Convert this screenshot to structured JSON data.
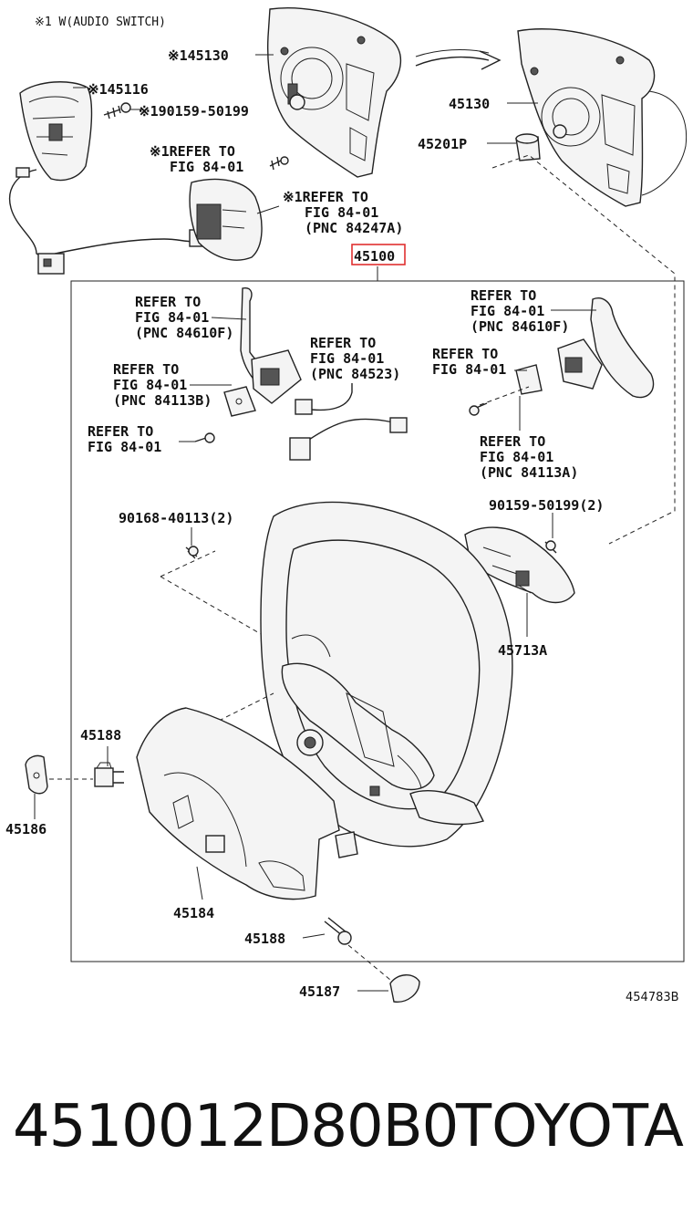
{
  "header_note": "※1 W(AUDIO SWITCH)",
  "labels": {
    "p45130_top": "※145130",
    "p45116": "※145116",
    "p90159_top": "※190159-50199",
    "refer_a1": "※1REFER TO",
    "refer_a2": "FIG 84-01",
    "refer_b1": "※1REFER TO",
    "refer_b2": "FIG 84-01",
    "refer_b3": "(PNC 84247A)",
    "p45130_right": "45130",
    "p45201p": "45201P",
    "p45100": "45100",
    "refer_c1": "REFER TO",
    "refer_c2": "FIG 84-01",
    "refer_c3": "(PNC 84610F)",
    "refer_d1": "REFER TO",
    "refer_d2": "FIG 84-01",
    "refer_d3": "(PNC 84523)",
    "refer_e1": "REFER TO",
    "refer_e2": "FIG 84-01",
    "refer_e3": "(PNC 84113B)",
    "refer_f1": "REFER TO",
    "refer_f2": "FIG 84-01",
    "refer_g1": "REFER TO",
    "refer_g2": "FIG 84-01",
    "refer_g3": "(PNC 84610F)",
    "refer_h1": "REFER TO",
    "refer_h2": "FIG 84-01",
    "refer_i1": "REFER TO",
    "refer_i2": "FIG 84-01",
    "refer_i3": "(PNC 84113A)",
    "p90168": "90168-40113(2)",
    "p90159_right": "90159-50199(2)",
    "p45713a": "45713A",
    "p45188_left": "45188",
    "p45186": "45186",
    "p45184": "45184",
    "p45188_bottom": "45188",
    "p45187": "45187",
    "figure_code": "454783B"
  },
  "footer": {
    "part_number": "4510012D80B0",
    "brand": "TOYOTA"
  },
  "colors": {
    "highlight_box": "#e03030",
    "line": "#222222"
  }
}
